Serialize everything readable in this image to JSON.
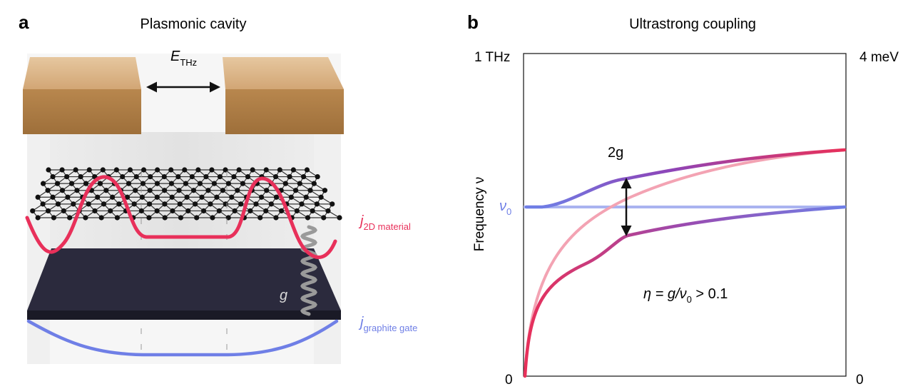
{
  "panel_a": {
    "letter": "a",
    "title": "Plasmonic cavity",
    "field_label_main": "E",
    "field_label_sub": "THz",
    "current_2d_main": "j",
    "current_2d_sub": "2D material",
    "current_gate_main": "j",
    "current_gate_sub": "graphite gate",
    "coupling_label": "g"
  },
  "panel_b": {
    "letter": "b",
    "title": "Ultrastrong coupling",
    "top_left_label": "1 THz",
    "top_right_label": "4 meV",
    "bottom_left_label": "0",
    "bottom_right_label": "0",
    "y_axis_label": "Frequency ν",
    "nu0_main": "ν",
    "nu0_sub": "0",
    "splitting_label": "2g",
    "eta_text_pre": "η = g/ν",
    "eta_sub": "0",
    "eta_text_post": " > 0.1"
  },
  "colors": {
    "red": "#e8305a",
    "pink": "#f3a3b3",
    "blue": "#6f7fe6",
    "light_blue": "#a9b3f0",
    "purple": "#8d45b8",
    "gold": "#b8874e",
    "gate": "#2b2a3d"
  }
}
